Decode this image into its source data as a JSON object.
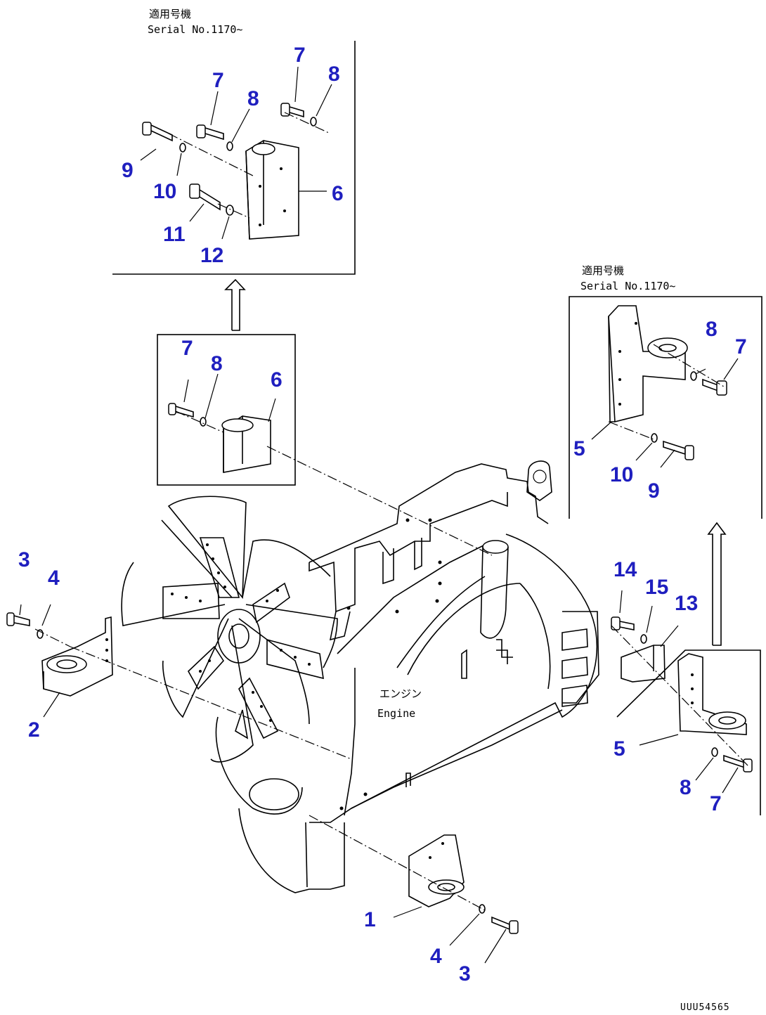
{
  "notes": {
    "top_label_1": "適用号機",
    "top_label_2": "Serial No.1170~",
    "right_label_1": "適用号機",
    "right_label_2": "Serial No.1170~"
  },
  "engine_label": {
    "jp": "エンジン",
    "en": "Engine"
  },
  "doc_id": "UUU54565",
  "callouts": {
    "c1": "1",
    "c2": "2",
    "c3a": "3",
    "c3b": "3",
    "c4a": "4",
    "c4b": "4",
    "c5a": "5",
    "c5b": "5",
    "c6a": "6",
    "c6b": "6",
    "c7a": "7",
    "c7b": "7",
    "c7c": "7",
    "c7d": "7",
    "c7e": "7",
    "c8a": "8",
    "c8b": "8",
    "c8c": "8",
    "c8d": "8",
    "c8e": "8",
    "c9a": "9",
    "c9b": "9",
    "c10a": "10",
    "c10b": "10",
    "c11": "11",
    "c12": "12",
    "c13": "13",
    "c14": "14",
    "c15": "15"
  }
}
